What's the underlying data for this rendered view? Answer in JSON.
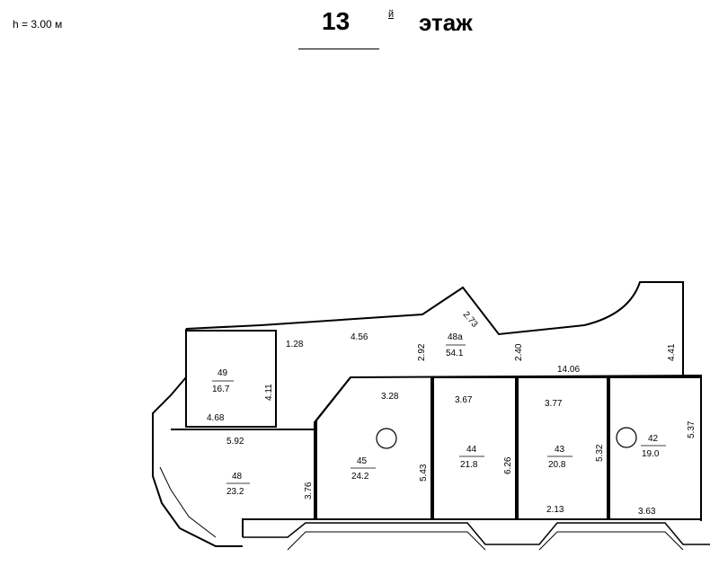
{
  "header": {
    "height_note": "h = 3.00 м",
    "floor_number": "13",
    "floor_suffix": "й",
    "floor_word": "этаж"
  },
  "rooms": [
    {
      "id": "49",
      "area": "16.7"
    },
    {
      "id": "48а",
      "area": "54.1"
    },
    {
      "id": "48",
      "area": "23.2"
    },
    {
      "id": "45",
      "area": "24.2"
    },
    {
      "id": "44",
      "area": "21.8"
    },
    {
      "id": "43",
      "area": "20.8"
    },
    {
      "id": "42",
      "area": "19.0"
    }
  ],
  "dimensions": [
    "1.28",
    "4.56",
    "2.73",
    "2.92",
    "2.40",
    "4.41",
    "14.06",
    "4.11",
    "3.28",
    "3.67",
    "3.77",
    "4.68",
    "5.92",
    "5.43",
    "6.26",
    "5.32",
    "5.37",
    "3.76",
    "2.13",
    "3.63"
  ]
}
